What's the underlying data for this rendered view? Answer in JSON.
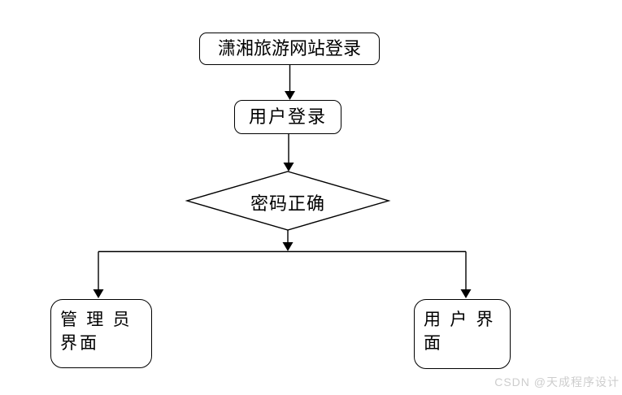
{
  "flowchart": {
    "nodes": [
      {
        "id": "site-login",
        "type": "rounded-rect",
        "label": "潇湘旅游网站登录"
      },
      {
        "id": "user-login",
        "type": "rounded-rect",
        "label": "用户登录"
      },
      {
        "id": "password-check",
        "type": "decision",
        "label": "密码正确"
      },
      {
        "id": "admin-interface",
        "type": "rounded-rect",
        "line1": "管 理 员",
        "line2": "界面"
      },
      {
        "id": "user-interface",
        "type": "rounded-rect",
        "line1": "用 户 界",
        "line2": "面"
      }
    ]
  },
  "watermark": {
    "text": "CSDN @天成程序设计"
  },
  "colors": {
    "stroke": "#000000",
    "node_fill": "#ffffff",
    "background": "#ffffff",
    "watermark": "#cdcdcd"
  }
}
